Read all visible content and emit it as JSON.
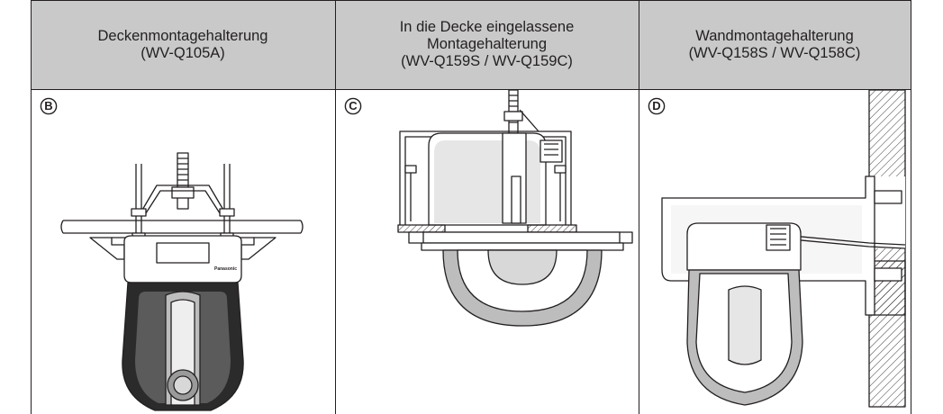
{
  "columns": [
    {
      "header_lines": [
        "Deckenmontagehalterung",
        "(WV-Q105A)"
      ],
      "marker": "B",
      "illustration": "ceiling-mount-bracket-camera-illustration",
      "brand_label": "Panasonic"
    },
    {
      "header_lines": [
        "In die Decke eingelassene",
        "Montagehalterung",
        "(WV-Q159S / WV-Q159C)"
      ],
      "marker": "C",
      "illustration": "embedded-ceiling-mount-camera-illustration"
    },
    {
      "header_lines": [
        "Wandmontagehalterung",
        "(WV-Q158S / WV-Q158C)"
      ],
      "marker": "D",
      "illustration": "wall-mount-bracket-camera-illustration"
    }
  ],
  "colors": {
    "header_bg": "#c9c9c9",
    "line": "#231f20",
    "background": "#ffffff"
  }
}
